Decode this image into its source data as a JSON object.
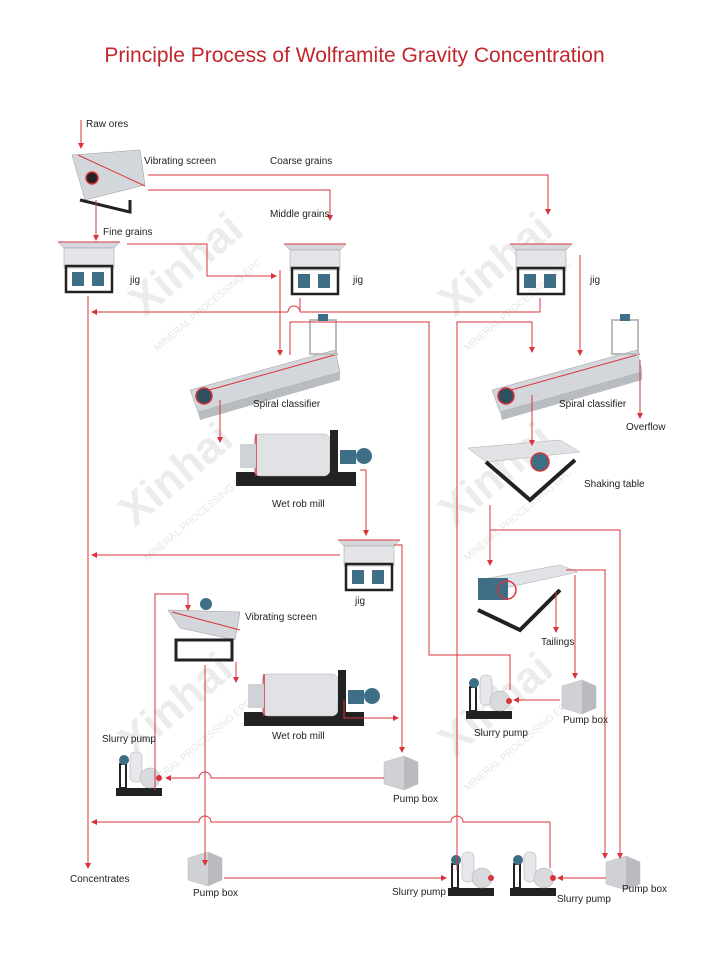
{
  "title": "Principle Process of Wolframite Gravity Concentration",
  "watermark": {
    "brand": "Xinhai",
    "tagline": "MINERAL PROCESSING EPC"
  },
  "colors": {
    "flow_line": "#d9343b",
    "title": "#c1272d",
    "equipment": "#c9ccd1",
    "frame": "#222222",
    "motor": "#3f6f86"
  },
  "labels": {
    "raw_ores": "Raw ores",
    "vibrating_screen_1": "Vibrating screen",
    "coarse_grains": "Coarse grains",
    "middle_grains": "Middle grains",
    "fine_grains": "Fine grains",
    "jig_1": "jig",
    "jig_2": "jig",
    "jig_3": "jig",
    "spiral_classifier_1": "Spiral classifier",
    "spiral_classifier_2": "Spiral classifier",
    "overflow": "Overflow",
    "shaking_table": "Shaking table",
    "wet_rod_mill_1": "Wet rob mill",
    "jig_4": "jig",
    "vibrating_screen_2": "Vibrating screen",
    "tailings": "Tailings",
    "pump_box_1": "Pump box",
    "slurry_pump_1": "Slurry pump",
    "wet_rod_mill_2": "Wet rob mill",
    "slurry_pump_2": "Slurry pump",
    "pump_box_2": "Pump box",
    "concentrates": "Concentrates",
    "pump_box_3": "Pump box",
    "slurry_pump_3": "Slurry pump",
    "slurry_pump_4": "Slurry pump",
    "pump_box_4": "Pump box"
  }
}
